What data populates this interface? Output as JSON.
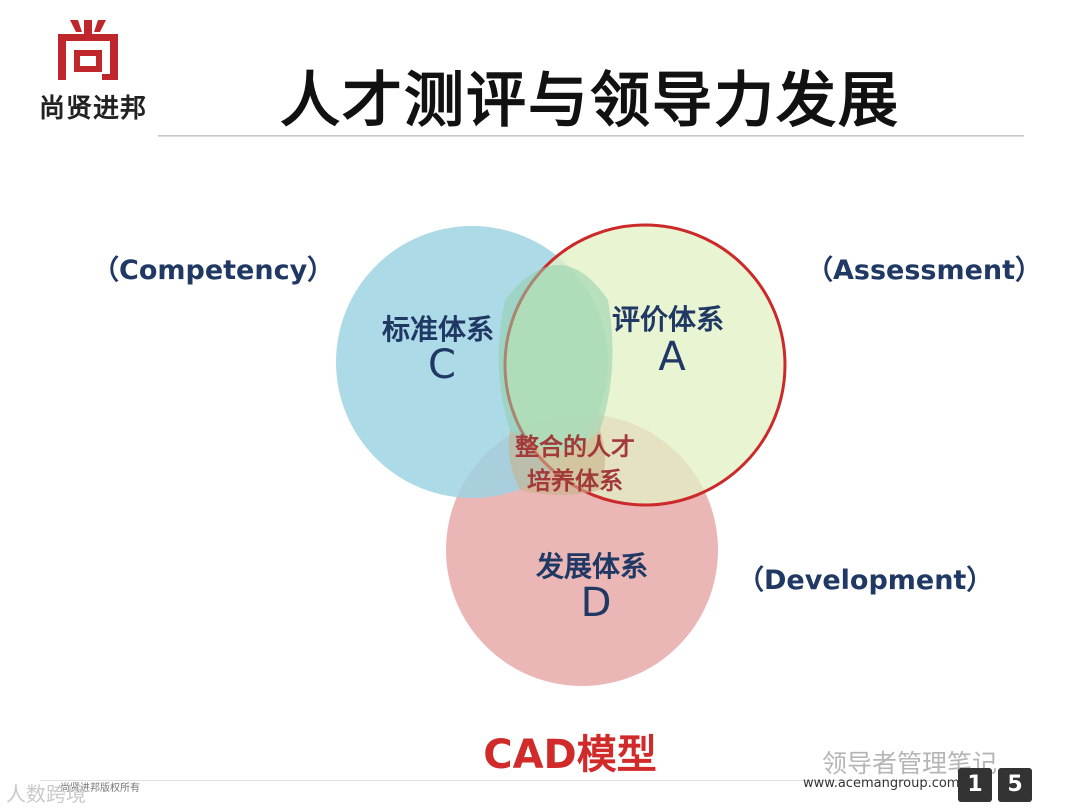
{
  "header": {
    "logo_text": "尚贤进邦",
    "title": "人才测评与领导力发展"
  },
  "diagram": {
    "competency_label": "（Competency）",
    "assessment_label": "（Assessment）",
    "development_label": "（Development）",
    "circles": [
      {
        "name": "标准体系",
        "letter": "C",
        "fill": "#9fd3e3"
      },
      {
        "name": "评价体系",
        "letter": "A",
        "fill": "#e2f0c4",
        "outline": "#cc2a2a"
      },
      {
        "name": "发展体系",
        "letter": "D",
        "fill": "#e8aeae"
      }
    ],
    "center_line1": "整合的人才",
    "center_line2": "培养体系",
    "caption": "CAD模型"
  },
  "footer": {
    "left_text": "尚贤进邦版权所有",
    "website": "www.acemangroup.com",
    "page_digit_1": "1",
    "page_digit_2": "5",
    "watermark_left": "人数跨境",
    "watermark_right": "领导者管理笔记"
  },
  "colors": {
    "brand_red": "#c0272d",
    "text_navy": "#1f3864",
    "caption_red": "#d12a2a"
  }
}
